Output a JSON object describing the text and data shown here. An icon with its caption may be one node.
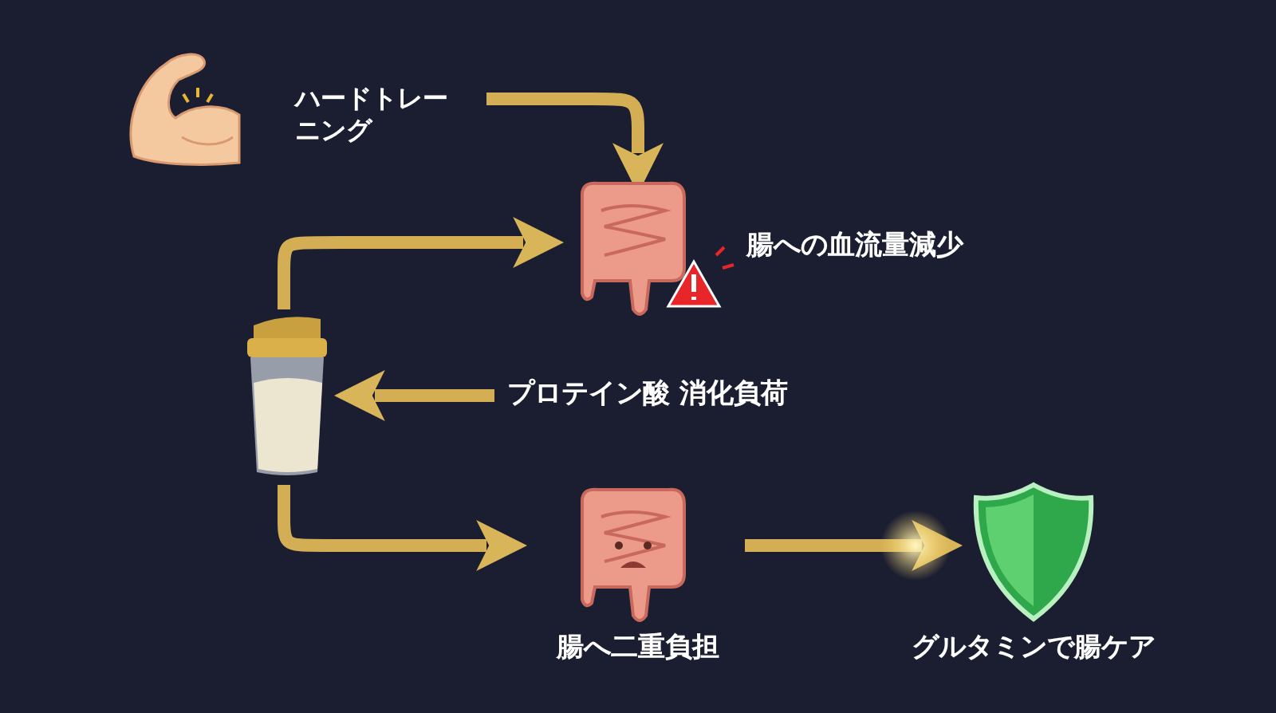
{
  "diagram": {
    "nodes": [
      {
        "text": [
          "ハードトレーニング"
        ]
      },
      {
        "text": [
          "腸への血流量減少"
        ]
      },
      {
        "text": [],
        "shape": "picture"
      },
      {
        "text": [
          "プロテイン酸 消化負荷"
        ]
      },
      {
        "text": [
          "腸へ二重負担"
        ]
      },
      {
        "text": [
          "グルタミンで腸ケア"
        ]
      }
    ],
    "edges": [
      {
        "from": 0,
        "to": 1,
        "arrow": "to"
      },
      {
        "from": 2,
        "to": 1,
        "arrow": "to"
      },
      {
        "from": 3,
        "to": 2,
        "arrow": "to"
      },
      {
        "from": 2,
        "to": 4,
        "arrow": "to"
      },
      {
        "from": 4,
        "to": 5,
        "arrow": "to"
      }
    ]
  }
}
